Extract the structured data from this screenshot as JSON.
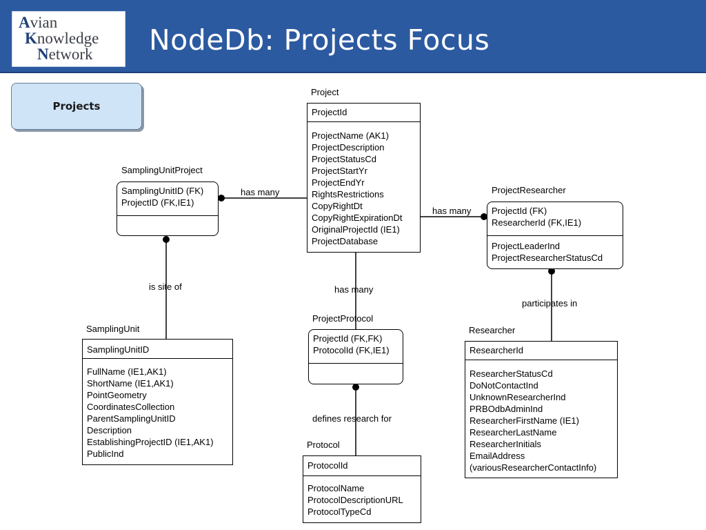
{
  "header": {
    "logo_lines": [
      {
        "cap": "A",
        "rest": "vian"
      },
      {
        "cap": "K",
        "rest": "nowledge"
      },
      {
        "cap": "N",
        "rest": "etwork"
      }
    ],
    "title": "NodeDb: Projects Focus"
  },
  "focus_button": "Projects",
  "entities": {
    "project": {
      "name": "Project",
      "key": [
        "ProjectId"
      ],
      "attributes": [
        "ProjectName (AK1)",
        "ProjectDescription",
        "ProjectStatusCd",
        "ProjectStartYr",
        "ProjectEndYr",
        "RightsRestrictions",
        "CopyRightDt",
        "CopyRightExpirationDt",
        "OriginalProjectId (IE1)",
        "ProjectDatabase"
      ]
    },
    "sampling_unit_project": {
      "name": "SamplingUnitProject",
      "key": [
        "SamplingUnitID (FK)",
        "ProjectID (FK,IE1)"
      ],
      "attributes": []
    },
    "project_researcher": {
      "name": "ProjectResearcher",
      "key": [
        "ProjectId (FK)",
        "ResearcherId (FK,IE1)"
      ],
      "attributes": [
        "ProjectLeaderInd",
        "ProjectResearcherStatusCd"
      ]
    },
    "sampling_unit": {
      "name": "SamplingUnit",
      "key": [
        "SamplingUnitID"
      ],
      "attributes": [
        "FullName (IE1,AK1)",
        "ShortName (IE1,AK1)",
        "PointGeometry",
        "CoordinatesCollection",
        "ParentSamplingUnitID",
        "Description",
        "EstablishingProjectID (IE1,AK1)",
        "PublicInd"
      ]
    },
    "project_protocol": {
      "name": "ProjectProtocol",
      "key": [
        "ProjectId (FK,FK)",
        "ProtocolId (FK,IE1)"
      ],
      "attributes": []
    },
    "researcher": {
      "name": "Researcher",
      "key": [
        "ResearcherId"
      ],
      "attributes": [
        "ResearcherStatusCd",
        "DoNotContactInd",
        "UnknownResearcherInd",
        "PRBOdbAdminInd",
        "ResearcherFirstName (IE1)",
        "ResearcherLastName",
        "ResearcherInitials",
        "EmailAddress",
        "(variousResearcherContactInfo)"
      ]
    },
    "protocol": {
      "name": "Protocol",
      "key": [
        "ProtocolId"
      ],
      "attributes": [
        "ProtocolName",
        "ProtocolDescriptionURL",
        "ProtocolTypeCd"
      ]
    }
  },
  "relationships": {
    "project_to_sup": "has many",
    "project_to_researcher": "has many",
    "project_to_protocol": "has many",
    "su_to_sup": "is site of",
    "researcher_to_pr": "participates in",
    "protocol_to_pp": "defines research for"
  },
  "colors": {
    "header": "#2c5aa0",
    "focus_button": "#cfe4f7"
  }
}
